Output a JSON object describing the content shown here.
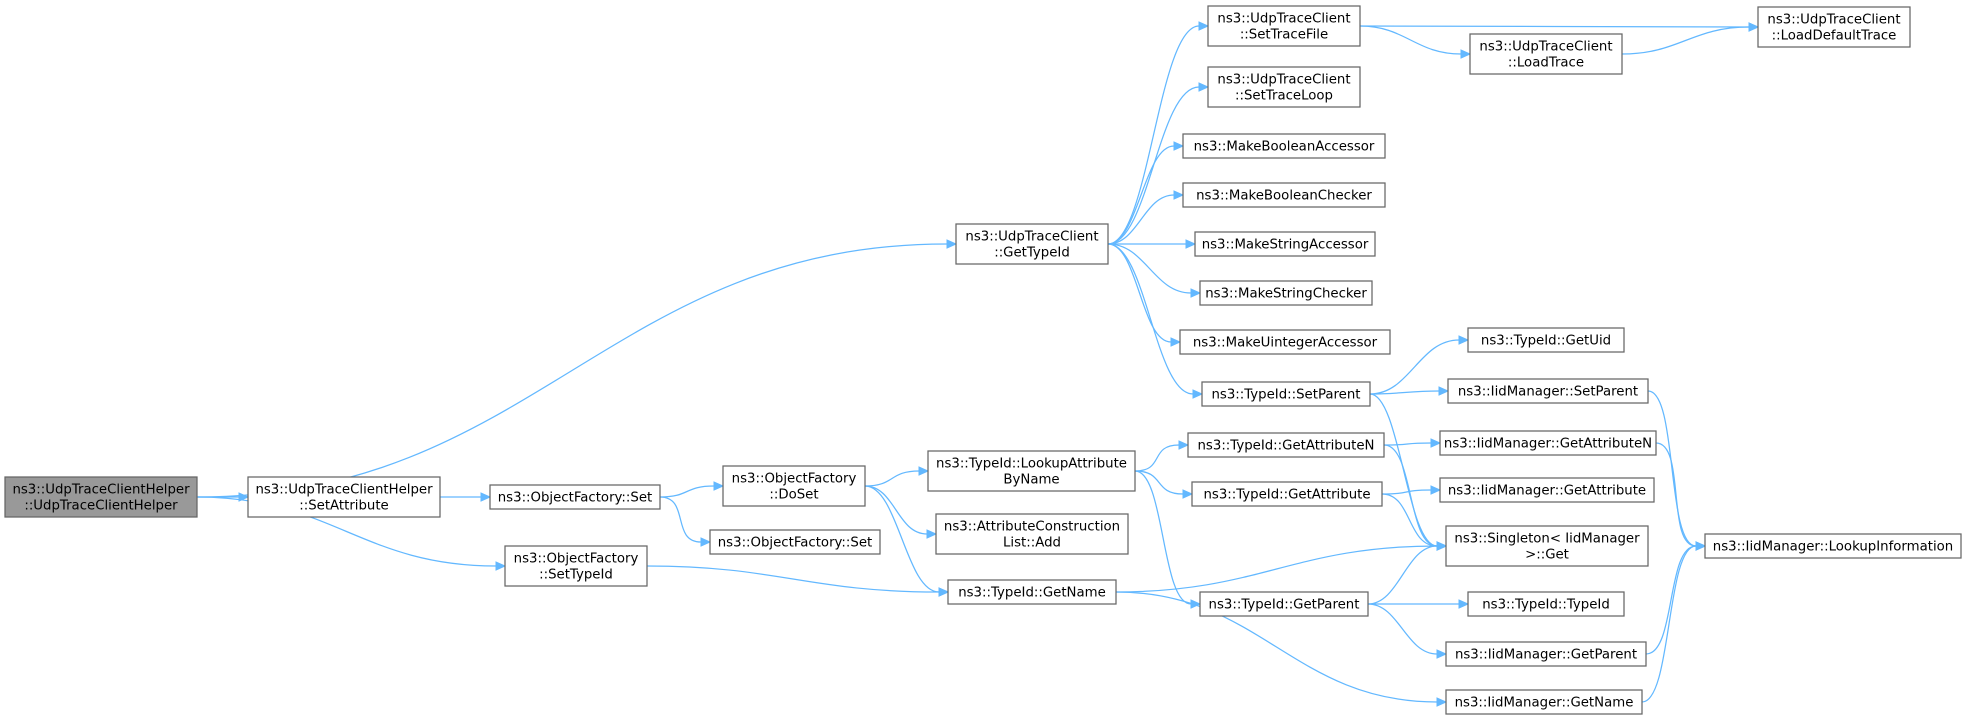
{
  "graph": {
    "nodes": [
      {
        "id": "root",
        "lines": [
          "ns3::UdpTraceClientHelper",
          "::UdpTraceClientHelper"
        ],
        "root": true
      },
      {
        "id": "helperSetAttr",
        "lines": [
          "ns3::UdpTraceClientHelper",
          "::SetAttribute"
        ]
      },
      {
        "id": "ofSet1",
        "lines": [
          "ns3::ObjectFactory::Set"
        ]
      },
      {
        "id": "ofSetTypeId",
        "lines": [
          "ns3::ObjectFactory",
          "::SetTypeId"
        ]
      },
      {
        "id": "ofDoSet",
        "lines": [
          "ns3::ObjectFactory",
          "::DoSet"
        ]
      },
      {
        "id": "ofSet2",
        "lines": [
          "ns3::ObjectFactory::Set"
        ]
      },
      {
        "id": "utcGetTypeId",
        "lines": [
          "ns3::UdpTraceClient",
          "::GetTypeId"
        ]
      },
      {
        "id": "lookupAttr",
        "lines": [
          "ns3::TypeId::LookupAttribute",
          "ByName"
        ]
      },
      {
        "id": "acListAdd",
        "lines": [
          "ns3::AttributeConstruction",
          "List::Add"
        ]
      },
      {
        "id": "tidGetName",
        "lines": [
          "ns3::TypeId::GetName"
        ]
      },
      {
        "id": "setTraceFile",
        "lines": [
          "ns3::UdpTraceClient",
          "::SetTraceFile"
        ]
      },
      {
        "id": "setTraceLoop",
        "lines": [
          "ns3::UdpTraceClient",
          "::SetTraceLoop"
        ]
      },
      {
        "id": "mkBoolAcc",
        "lines": [
          "ns3::MakeBooleanAccessor"
        ]
      },
      {
        "id": "mkBoolChk",
        "lines": [
          "ns3::MakeBooleanChecker"
        ]
      },
      {
        "id": "mkStrAcc",
        "lines": [
          "ns3::MakeStringAccessor"
        ]
      },
      {
        "id": "mkStrChk",
        "lines": [
          "ns3::MakeStringChecker"
        ]
      },
      {
        "id": "mkUintAcc",
        "lines": [
          "ns3::MakeUintegerAccessor"
        ]
      },
      {
        "id": "tidSetParent",
        "lines": [
          "ns3::TypeId::SetParent"
        ]
      },
      {
        "id": "tidGetAttrN",
        "lines": [
          "ns3::TypeId::GetAttributeN"
        ]
      },
      {
        "id": "tidGetAttr",
        "lines": [
          "ns3::TypeId::GetAttribute"
        ]
      },
      {
        "id": "tidGetParent",
        "lines": [
          "ns3::TypeId::GetParent"
        ]
      },
      {
        "id": "loadTrace",
        "lines": [
          "ns3::UdpTraceClient",
          "::LoadTrace"
        ]
      },
      {
        "id": "tidGetUid",
        "lines": [
          "ns3::TypeId::GetUid"
        ]
      },
      {
        "id": "iidSetParent",
        "lines": [
          "ns3::IidManager::SetParent"
        ]
      },
      {
        "id": "iidGetAttrN",
        "lines": [
          "ns3::IidManager::GetAttributeN"
        ]
      },
      {
        "id": "iidGetAttr",
        "lines": [
          "ns3::IidManager::GetAttribute"
        ]
      },
      {
        "id": "singletonGet",
        "lines": [
          "ns3::Singleton< IidManager",
          " >::Get"
        ]
      },
      {
        "id": "tidTypeId",
        "lines": [
          "ns3::TypeId::TypeId"
        ]
      },
      {
        "id": "iidGetParent",
        "lines": [
          "ns3::IidManager::GetParent"
        ]
      },
      {
        "id": "iidGetName",
        "lines": [
          "ns3::IidManager::GetName"
        ]
      },
      {
        "id": "loadDefaultTrace",
        "lines": [
          "ns3::UdpTraceClient",
          "::LoadDefaultTrace"
        ]
      },
      {
        "id": "iidLookupInfo",
        "lines": [
          "ns3::IidManager::LookupInformation"
        ]
      }
    ],
    "edges": [
      [
        "root",
        "utcGetTypeId"
      ],
      [
        "root",
        "helperSetAttr"
      ],
      [
        "root",
        "ofSetTypeId"
      ],
      [
        "helperSetAttr",
        "ofSet1"
      ],
      [
        "ofSet1",
        "ofDoSet"
      ],
      [
        "ofSet1",
        "ofSet2"
      ],
      [
        "ofDoSet",
        "lookupAttr"
      ],
      [
        "ofDoSet",
        "acListAdd"
      ],
      [
        "ofDoSet",
        "tidGetName"
      ],
      [
        "ofSetTypeId",
        "tidGetName"
      ],
      [
        "utcGetTypeId",
        "setTraceFile"
      ],
      [
        "utcGetTypeId",
        "setTraceLoop"
      ],
      [
        "utcGetTypeId",
        "mkBoolAcc"
      ],
      [
        "utcGetTypeId",
        "mkBoolChk"
      ],
      [
        "utcGetTypeId",
        "mkStrAcc"
      ],
      [
        "utcGetTypeId",
        "mkStrChk"
      ],
      [
        "utcGetTypeId",
        "mkUintAcc"
      ],
      [
        "utcGetTypeId",
        "tidSetParent"
      ],
      [
        "setTraceFile",
        "loadDefaultTrace"
      ],
      [
        "setTraceFile",
        "loadTrace"
      ],
      [
        "loadTrace",
        "loadDefaultTrace"
      ],
      [
        "tidSetParent",
        "tidGetUid"
      ],
      [
        "tidSetParent",
        "iidSetParent"
      ],
      [
        "tidSetParent",
        "singletonGet"
      ],
      [
        "lookupAttr",
        "tidGetAttrN"
      ],
      [
        "lookupAttr",
        "tidGetAttr"
      ],
      [
        "lookupAttr",
        "tidGetParent"
      ],
      [
        "tidGetAttrN",
        "iidGetAttrN"
      ],
      [
        "tidGetAttrN",
        "singletonGet"
      ],
      [
        "tidGetAttr",
        "iidGetAttr"
      ],
      [
        "tidGetAttr",
        "singletonGet"
      ],
      [
        "tidGetName",
        "singletonGet"
      ],
      [
        "tidGetName",
        "iidGetName"
      ],
      [
        "tidGetParent",
        "singletonGet"
      ],
      [
        "tidGetParent",
        "tidTypeId"
      ],
      [
        "tidGetParent",
        "iidGetParent"
      ],
      [
        "iidSetParent",
        "iidLookupInfo"
      ],
      [
        "iidGetAttrN",
        "iidLookupInfo"
      ],
      [
        "iidGetParent",
        "iidLookupInfo"
      ],
      [
        "iidGetName",
        "iidLookupInfo"
      ]
    ]
  }
}
